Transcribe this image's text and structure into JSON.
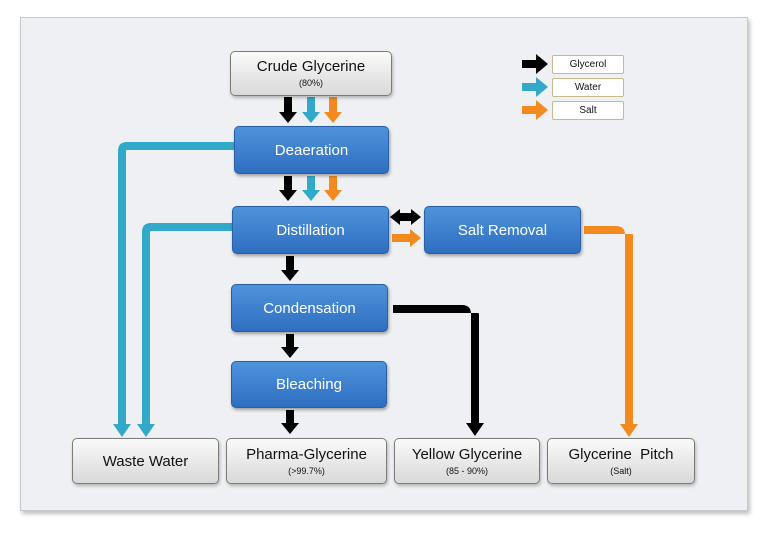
{
  "nodes": {
    "crude": {
      "label": "Crude Glycerine",
      "sub": "(80%)"
    },
    "deaeration": {
      "label": "Deaeration"
    },
    "distillation": {
      "label": "Distillation"
    },
    "salt_removal": {
      "label": "Salt Removal"
    },
    "condensation": {
      "label": "Condensation"
    },
    "bleaching": {
      "label": "Bleaching"
    },
    "waste_water": {
      "label": "Waste Water"
    },
    "pharma": {
      "label": "Pharma-Glycerine",
      "sub": "(>99.7%)"
    },
    "yellow": {
      "label": "Yellow Glycerine",
      "sub": "(85 - 90%)"
    },
    "pitch": {
      "label": "Glycerine  Pitch",
      "sub": "(Salt)"
    }
  },
  "legend": [
    {
      "label": "Glycerol",
      "color": "#000000"
    },
    {
      "label": "Water",
      "color": "#33a9c9"
    },
    {
      "label": "Salt",
      "color": "#f28a1f"
    }
  ],
  "colors": {
    "glycerol": "#000000",
    "water": "#33a9c9",
    "salt": "#f28a1f",
    "process": "#3a7fd0"
  }
}
